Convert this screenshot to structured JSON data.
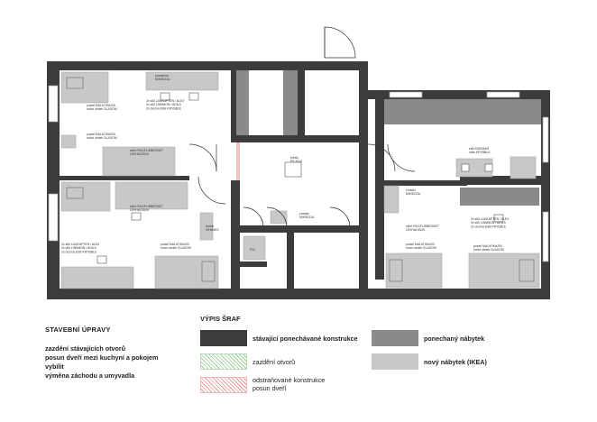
{
  "room_labels": {
    "top_left_bed_note": "postel MALM 90x200\nnoční stolek GLADOM",
    "top_left_desk_note": "2x stůl LAGKAPTEN / ALEX\n2x stůl LINNMON / ADILS\n2x otočná židle KRYBBLE",
    "top_left_shelf": "prosklená\nMIKSEZAL",
    "left_bed2_note": "postel MALM 90x200\nnoční stolek GLADOM",
    "left_wardrobe_note": "skříň PAX/FLISBERGET\nLEKHAGSUN",
    "left_wardrobe_note2": "skříň PAX/FLISBERGET\nLEKHAGSUN",
    "bottom_left_desk_note": "2x stůl LAGKAPTEN / ALEX\n2x stůl LINNMON / ADILS\n2x otočná židle KRYBBLE",
    "bottom_left_bed_note": "postel MALM 90x200\nnoční stolek GLADOM",
    "left_shoe": "botník\nHEMNES",
    "center_chair": "křeslo\nPS 2014",
    "center_shelf": "zrcadlo\nMIKSEZAL",
    "wc_label": "PG",
    "right_table_note": "stůl INGEMAR\nžidle KRYBBLE",
    "right_shelf": "zrcadlo\nMIKSEZAL",
    "right_wardrobe": "skříň PAX/FLISBERGET\nLEKHAGSUN",
    "right_bed_note1": "postel MALM 90x200\nnoční stolek GLADOM",
    "right_desk_note": "2x stůl LAGKAPTEN / ALEX\n2x stůl LINNMON / ADILS\n2x otočná židle KRYBBLE",
    "right_bed_note2": "postel MALM 90x200\nnoční stolek GLADOM"
  },
  "notes": {
    "heading": "STAVEBNÍ ÚPRAVY",
    "items": [
      "zazdění stávajících otvorů",
      "posun dveří mezi kuchyní a pokojem",
      "vybílit",
      "výměna záchodu a umyvadla"
    ]
  },
  "legend": {
    "title": "VÝPIS ŠRAF",
    "items": [
      {
        "label": "stávající ponechávané konstrukce",
        "pattern": "dark"
      },
      {
        "label": "ponechaný nábytek",
        "pattern": "mid"
      },
      {
        "label": "zazdění otvorů",
        "pattern": "green-hatch"
      },
      {
        "label": "nový nábytek (IKEA)",
        "pattern": "light"
      },
      {
        "label": "odstraňované konstrukce\nposun dveří",
        "pattern": "red-hatch"
      }
    ]
  },
  "colors": {
    "wall": "#3c3c3c",
    "kept_furniture": "#8a8a8a",
    "new_furniture": "#c8c8c6",
    "fill_in": "#9ccf9c",
    "removed": "#e79a9a"
  }
}
